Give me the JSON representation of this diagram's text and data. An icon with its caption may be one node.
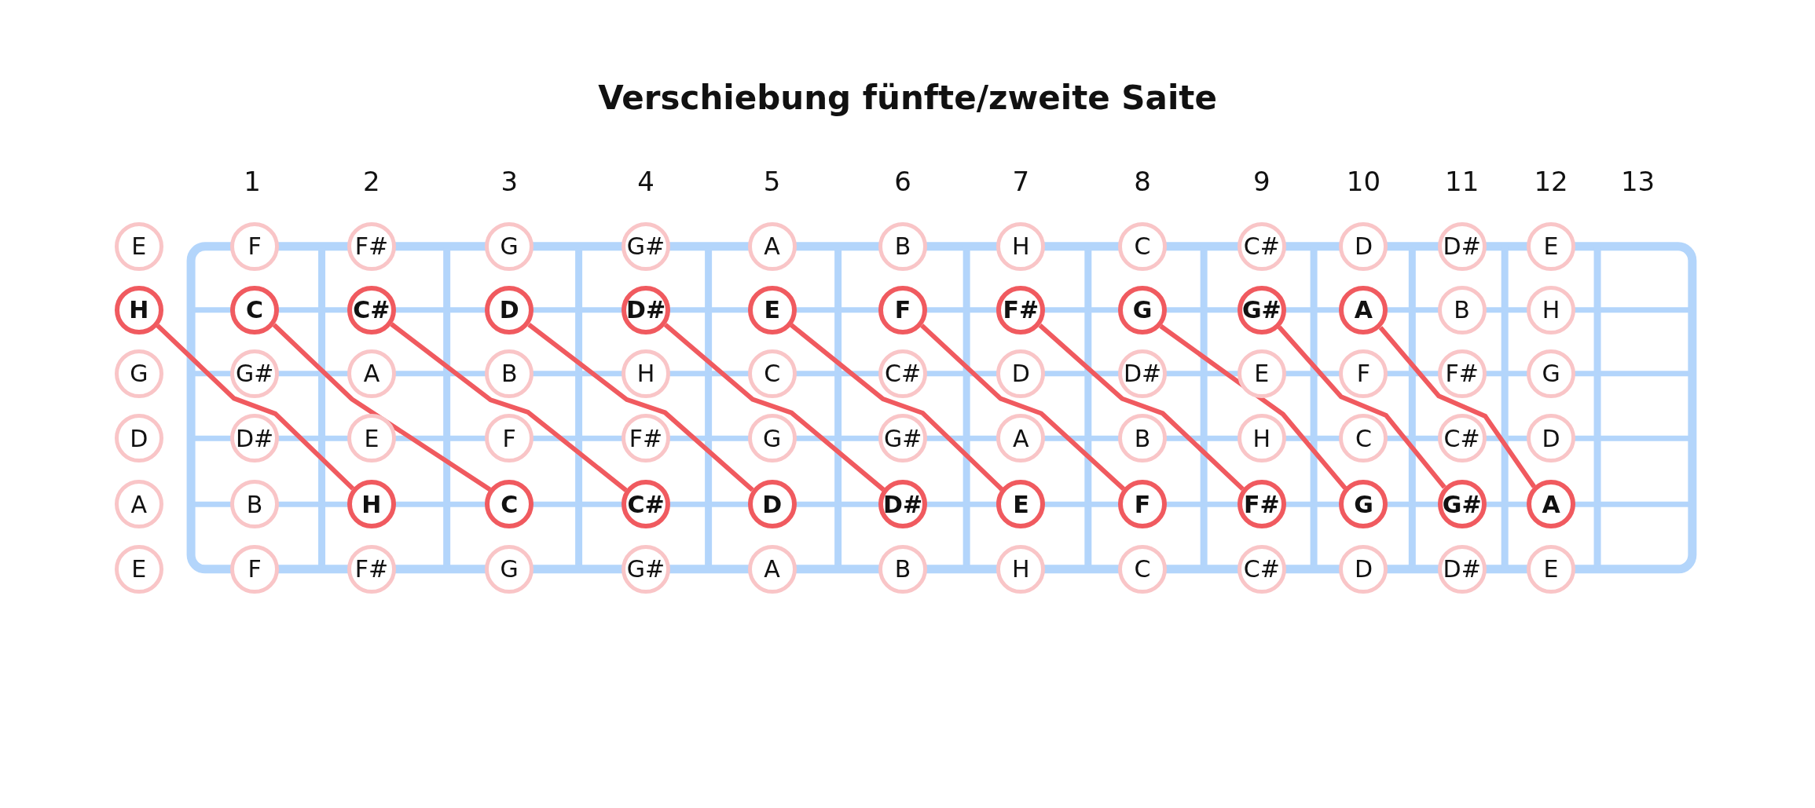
{
  "diagram": {
    "title": "Verschiebung fünfte/zweite Saite",
    "nodes": [
      {
        "text": [
          "E"
        ]
      },
      {
        "text": [
          "F"
        ]
      },
      {
        "text": [
          "F#"
        ]
      },
      {
        "text": [
          "G"
        ]
      },
      {
        "text": [
          "G#"
        ]
      },
      {
        "text": [
          "A"
        ]
      },
      {
        "text": [
          "B"
        ]
      },
      {
        "text": [
          "H"
        ]
      },
      {
        "text": [
          "C"
        ]
      },
      {
        "text": [
          "C#"
        ]
      },
      {
        "text": [
          "D"
        ]
      },
      {
        "text": [
          "D#"
        ]
      },
      {
        "text": [
          "E"
        ]
      },
      {
        "text": [
          "H"
        ]
      },
      {
        "text": [
          "C"
        ]
      },
      {
        "text": [
          "C#"
        ]
      },
      {
        "text": [
          "D"
        ]
      },
      {
        "text": [
          "D#"
        ]
      },
      {
        "text": [
          "E"
        ]
      },
      {
        "text": [
          "F"
        ]
      },
      {
        "text": [
          "F#"
        ]
      },
      {
        "text": [
          "G"
        ]
      },
      {
        "text": [
          "G#"
        ]
      },
      {
        "text": [
          "A"
        ]
      },
      {
        "text": [
          "B"
        ]
      },
      {
        "text": [
          "H"
        ]
      },
      {
        "text": [
          "G"
        ]
      },
      {
        "text": [
          "G#"
        ]
      },
      {
        "text": [
          "A"
        ]
      },
      {
        "text": [
          "B"
        ]
      },
      {
        "text": [
          "H"
        ]
      },
      {
        "text": [
          "C"
        ]
      },
      {
        "text": [
          "C#"
        ]
      },
      {
        "text": [
          "D"
        ]
      },
      {
        "text": [
          "D#"
        ]
      },
      {
        "text": [
          "E"
        ]
      },
      {
        "text": [
          "F"
        ]
      },
      {
        "text": [
          "F#"
        ]
      },
      {
        "text": [
          "G"
        ]
      },
      {
        "text": [
          "D"
        ]
      },
      {
        "text": [
          "D#"
        ]
      },
      {
        "text": [
          "E"
        ]
      },
      {
        "text": [
          "F"
        ]
      },
      {
        "text": [
          "F#"
        ]
      },
      {
        "text": [
          "G"
        ]
      },
      {
        "text": [
          "G#"
        ]
      },
      {
        "text": [
          "A"
        ]
      },
      {
        "text": [
          "B"
        ]
      },
      {
        "text": [
          "H"
        ]
      },
      {
        "text": [
          "C"
        ]
      },
      {
        "text": [
          "C#"
        ]
      },
      {
        "text": [
          "D"
        ]
      },
      {
        "text": [
          "A"
        ]
      },
      {
        "text": [
          "B"
        ]
      },
      {
        "text": [
          "H"
        ]
      },
      {
        "text": [
          "C"
        ]
      },
      {
        "text": [
          "C#"
        ]
      },
      {
        "text": [
          "D"
        ]
      },
      {
        "text": [
          "D#"
        ]
      },
      {
        "text": [
          "E"
        ]
      },
      {
        "text": [
          "F"
        ]
      },
      {
        "text": [
          "F#"
        ]
      },
      {
        "text": [
          "G"
        ]
      },
      {
        "text": [
          "G#"
        ]
      },
      {
        "text": [
          "A"
        ]
      },
      {
        "text": [
          "E"
        ]
      },
      {
        "text": [
          "F"
        ]
      },
      {
        "text": [
          "F#"
        ]
      },
      {
        "text": [
          "G"
        ]
      },
      {
        "text": [
          "G#"
        ]
      },
      {
        "text": [
          "A"
        ]
      },
      {
        "text": [
          "B"
        ]
      },
      {
        "text": [
          "H"
        ]
      },
      {
        "text": [
          "C"
        ]
      },
      {
        "text": [
          "C#"
        ]
      },
      {
        "text": [
          "D"
        ]
      },
      {
        "text": [
          "D#"
        ]
      },
      {
        "text": [
          "E"
        ]
      }
    ],
    "edges": [
      {
        "from": 13,
        "to": 54,
        "arrow": "none"
      },
      {
        "from": 14,
        "to": 55,
        "arrow": "none"
      },
      {
        "from": 15,
        "to": 56,
        "arrow": "none"
      },
      {
        "from": 16,
        "to": 57,
        "arrow": "none"
      },
      {
        "from": 17,
        "to": 58,
        "arrow": "none"
      },
      {
        "from": 18,
        "to": 59,
        "arrow": "none"
      },
      {
        "from": 19,
        "to": 60,
        "arrow": "none"
      },
      {
        "from": 20,
        "to": 61,
        "arrow": "none"
      },
      {
        "from": 21,
        "to": 62,
        "arrow": "none"
      },
      {
        "from": 22,
        "to": 63,
        "arrow": "none"
      },
      {
        "from": 23,
        "to": 64,
        "arrow": "none"
      }
    ],
    "labels": [
      "1",
      "2",
      "3",
      "4",
      "5",
      "6",
      "7",
      "8",
      "9",
      "10",
      "11",
      "12",
      "13"
    ]
  }
}
